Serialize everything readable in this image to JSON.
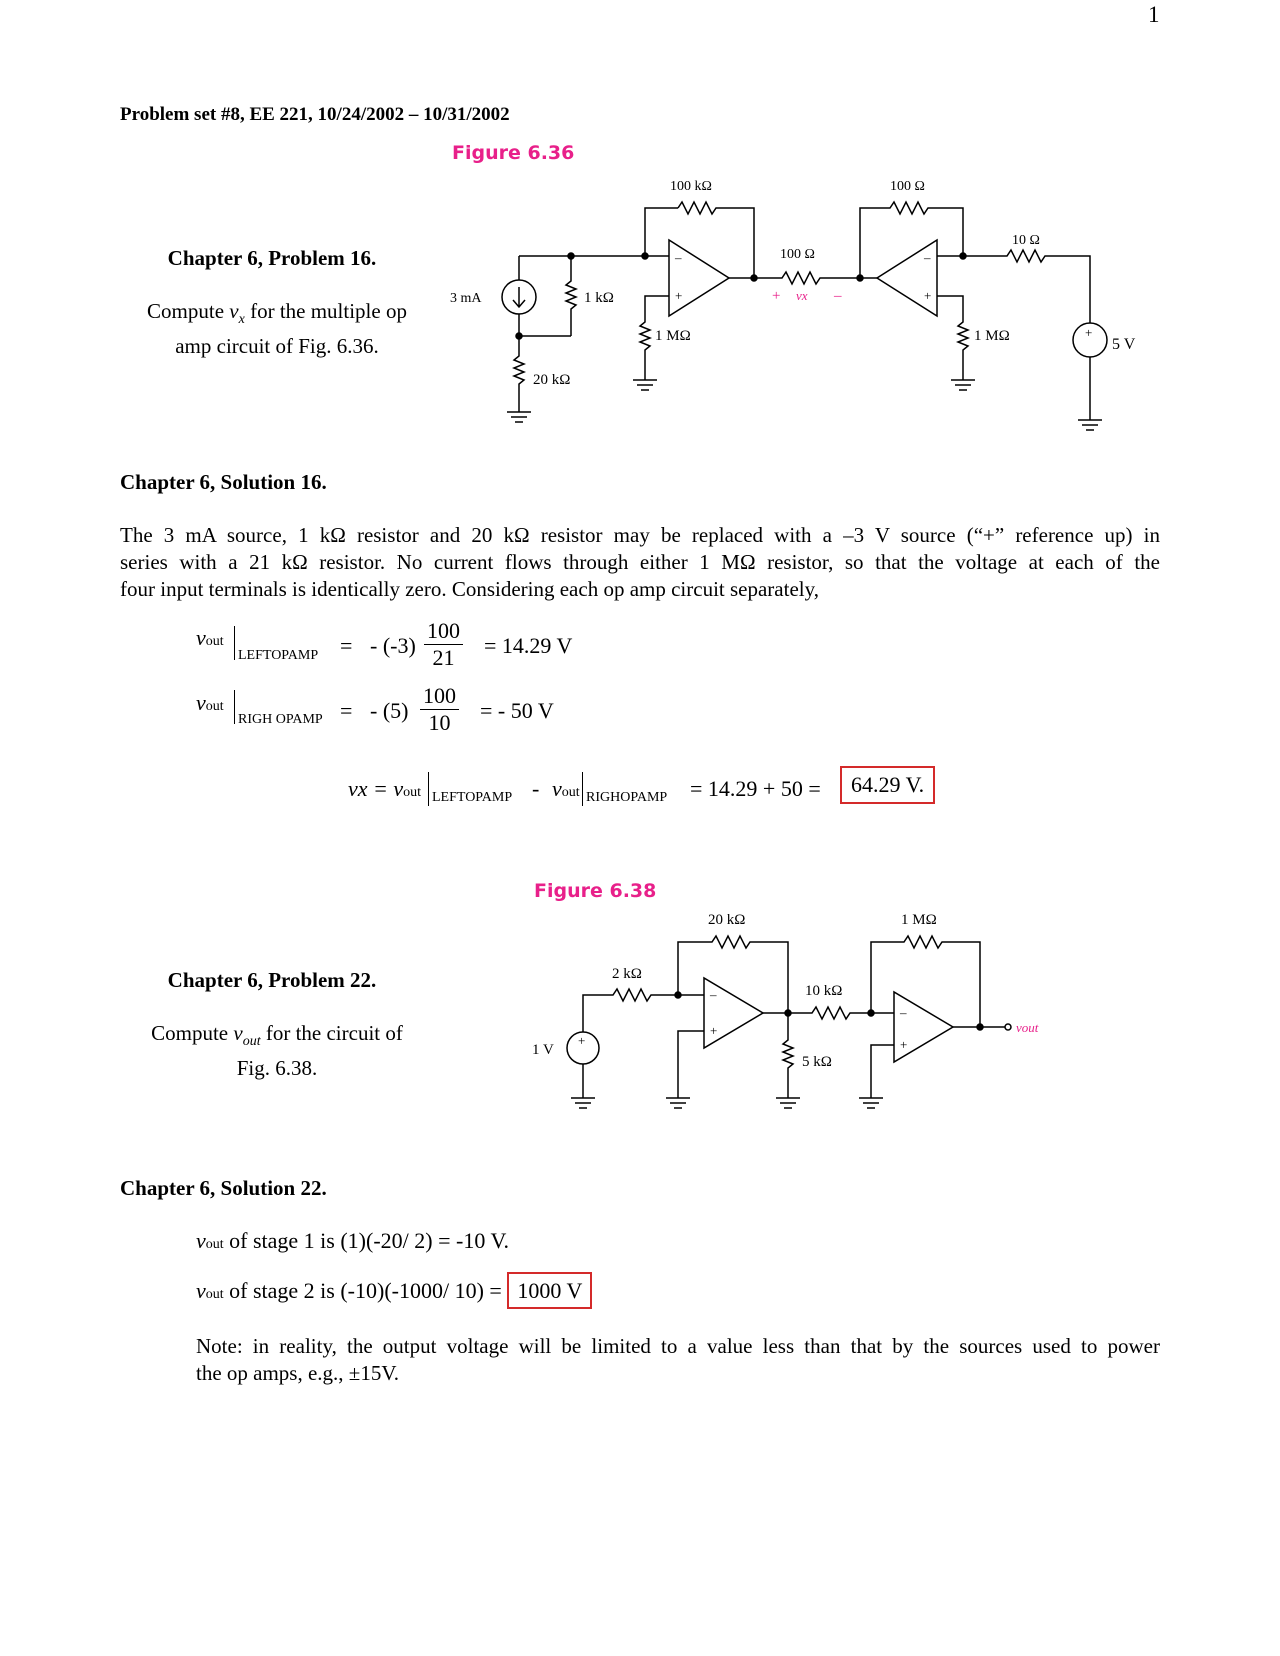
{
  "page_number": "1",
  "header": "Problem set #8, EE 221, 10/24/2002 – 10/31/2002",
  "fig36": {
    "title": "Figure 6.36",
    "labels": {
      "r_fb_left": "100 kΩ",
      "r_fb_right": "100 Ω",
      "r_10": "10 Ω",
      "r_mid": "100 Ω",
      "src": "3 mA",
      "r_1k": "1 kΩ",
      "r_1m_left": "1 MΩ",
      "r_1m_right": "1 MΩ",
      "r_20k": "20 kΩ",
      "v_src": "5 V",
      "vx_plus": "+",
      "vx": "vx",
      "vx_minus": "–",
      "minus": "–",
      "plus": "+"
    }
  },
  "p16": {
    "title": "Chapter 6, Problem 16.",
    "text_a": "Compute ",
    "text_var": "v",
    "text_sub": "x",
    "text_b": " for the multiple op",
    "text_c": "amp circuit of Fig. 6.36."
  },
  "s16": {
    "title": "Chapter 6, Solution 16.",
    "para_lines": [
      "The 3 mA source, 1 kΩ resistor and 20 kΩ resistor may be replaced with a –3 V source (“+” reference up) in",
      "series with a 21 kΩ resistor.  No current flows through either 1 MΩ resistor, so that the voltage at each of the"
    ],
    "para_last": "four input terminals is identically zero. Considering each op amp circuit separately,",
    "eq1": {
      "v": "v",
      "sub": "out",
      "bar": "LEFTOPAMP",
      "eq": "=",
      "lead": "- (-3)",
      "num": "100",
      "den": "21",
      "res": "= 14.29 V"
    },
    "eq2": {
      "v": "v",
      "sub": "out",
      "bar": "RIGH OPAMP",
      "eq": "=",
      "lead": "- (5)",
      "num": "100",
      "den": "10",
      "res": "= - 50 V"
    },
    "eq3": {
      "lhs": "vx = v",
      "sub1": "out",
      "bar1": "LEFTOPAMP",
      "minus": "-",
      "v2": "v",
      "sub2": "out",
      "bar2": "RIGHOPAMP",
      "mid": "= 14.29 + 50 =",
      "answer": "64.29 V."
    }
  },
  "fig38": {
    "title": "Figure 6.38",
    "labels": {
      "r_20k": "20 kΩ",
      "r_1m": "1 MΩ",
      "r_2k": "2 kΩ",
      "r_10k": "10 kΩ",
      "r_5k": "5 kΩ",
      "v_src": "1 V",
      "vout": "vout",
      "minus": "–",
      "plus": "+"
    }
  },
  "p22": {
    "title": "Chapter 6, Problem 22.",
    "text_a": "Compute ",
    "text_var": "v",
    "text_sub": "out",
    "text_b": " for the circuit of",
    "text_c": "Fig. 6.38."
  },
  "s22": {
    "title": "Chapter 6, Solution 22.",
    "line1_v": "v",
    "line1_sub": "out",
    "line1_text": " of stage 1 is (1)(-20/ 2) = -10 V.",
    "line2_v": "v",
    "line2_sub": "out",
    "line2_text": " of stage 2 is (-10)(-1000/ 10) = ",
    "line2_answer": "1000 V",
    "note_line1": "Note:  in reality, the output voltage will be limited to a value less than that by the sources used to power",
    "note_last": "the op amps, e.g., ±15V."
  }
}
